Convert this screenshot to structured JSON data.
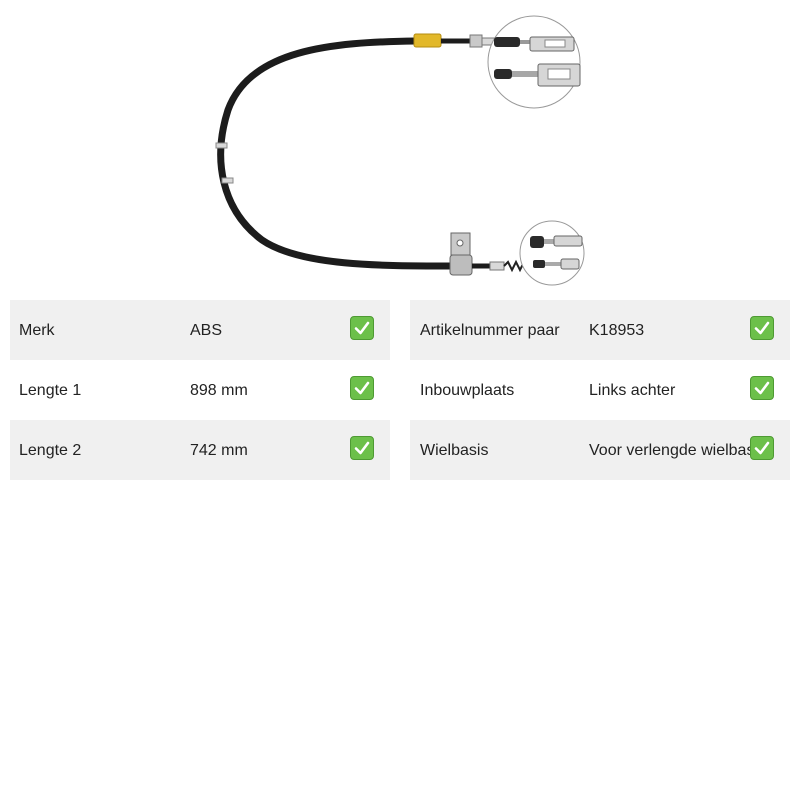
{
  "product": {
    "image_name": "handbrake-cable-photo"
  },
  "specs_left": [
    {
      "label": "Merk",
      "value": "ABS"
    },
    {
      "label": "Lengte 1",
      "value": "898 mm"
    },
    {
      "label": "Lengte 2",
      "value": "742 mm"
    }
  ],
  "specs_right": [
    {
      "label": "Artikelnummer paar",
      "value": "K18953"
    },
    {
      "label": "Inbouwplaats",
      "value": "Links achter"
    },
    {
      "label": "Wielbasis",
      "value": "Voor verlengde wielbasis"
    }
  ],
  "colors": {
    "row_shade": "#f0f0f0",
    "check_green": "#6cc04a",
    "cable_black": "#1c1c1c",
    "sleeve_yellow": "#e2b82a"
  },
  "icons": {
    "check": "check-mark-icon"
  }
}
